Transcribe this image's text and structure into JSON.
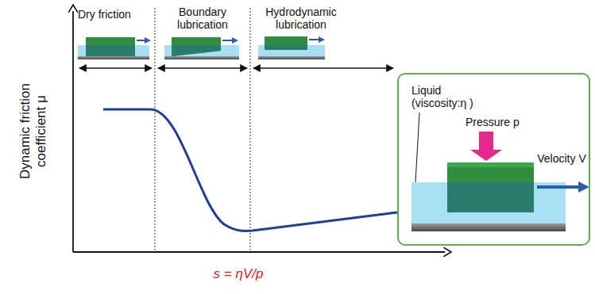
{
  "diagram": {
    "nodes": [
      {
        "text": [
          "Liquid (viscosity:η )",
          "Pressure p",
          "Velocity V"
        ]
      }
    ],
    "labels": [
      "Dry friction",
      "Boundary lubrication",
      "Hydrodynamic lubrication",
      "Dynamic friction coefficient μ",
      "s = ηV/p"
    ]
  }
}
